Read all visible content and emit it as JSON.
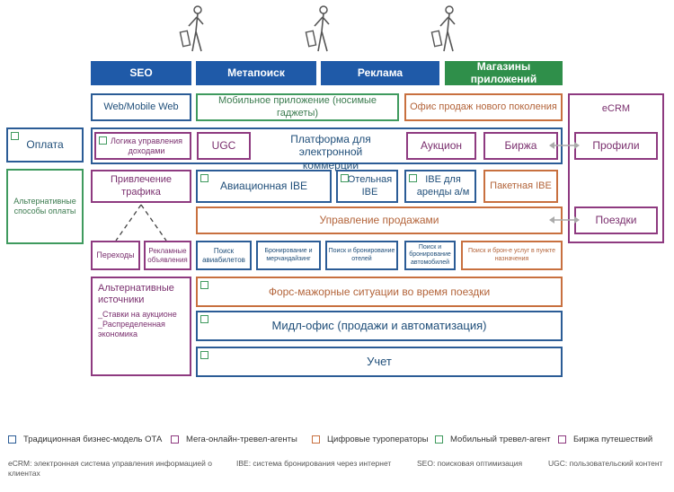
{
  "headers": {
    "seo": "SEO",
    "metasearch": "Метапоиск",
    "ads": "Реклама",
    "app_stores": "Магазины приложений"
  },
  "boxes": {
    "web_mobile": "Web/Mobile Web",
    "mobile_app": "Мобильное приложение (носимые гаджеты)",
    "sales_office": "Офис продаж нового поколения",
    "ecrm": "eCRM",
    "payment": "Оплата",
    "revenue_logic": "Логика управления доходами",
    "ugc": "UGC",
    "ecommerce_platform": "Платформа для электронной коммерции",
    "auction": "Аукцион",
    "exchange": "Биржа",
    "profiles": "Профили",
    "alt_payment": "Альтернативные способы оплаты",
    "traffic": "Привлечение трафика",
    "air_ibe": "Авиационная IBE",
    "hotel_ibe": "Отельная IBE",
    "car_ibe": "IBE для аренды а/м",
    "package_ibe": "Пакетная IBE",
    "sales_mgmt": "Управление продажами",
    "trips": "Поездки",
    "transitions": "Переходы",
    "ad_listings": "Рекламные объявления",
    "search_air": "Поиск авиабилетов",
    "booking_merch": "Бронирование и мерчандайзинг",
    "search_hotels": "Поиск и бронирование отелей",
    "search_cars": "Поиск и бронирование автомобилей",
    "search_destination": "Поиск и брон-е услуг в пункте назначения",
    "alt_sources_title": "Альтернативные источники",
    "alt_sources_1": "_Ставки на аукционе",
    "alt_sources_2": "_Распределенная экономика",
    "force_majeure": "Форс-мажорные ситуации во время поездки",
    "mid_office": "Мидл-офис (продажи и автоматизация)",
    "accounting": "Учет"
  },
  "legend": [
    {
      "label": "Традиционная бизнес-модель ОТА",
      "color": "#2b5c96"
    },
    {
      "label": "Мега-онлайн-тревел-агенты",
      "color": "#8e3a80"
    },
    {
      "label": "Цифровые туроператоры",
      "color": "#c8703f"
    },
    {
      "label": "Мобильный тревел-агент",
      "color": "#3f9a5e"
    },
    {
      "label": "Биржа путешествий",
      "color": "#8e3a80"
    }
  ],
  "footnotes": {
    "ecrm": "eCRM: электронная система управления информацией о клиентах",
    "ibe": "IBE: система бронирования через интернет",
    "seo": "SEO: поисковая оптимизация",
    "ugc": "UGC: пользовательский контент"
  },
  "icons": [
    "traveler-icon",
    "checkbox-icon",
    "double-arrow-icon"
  ]
}
